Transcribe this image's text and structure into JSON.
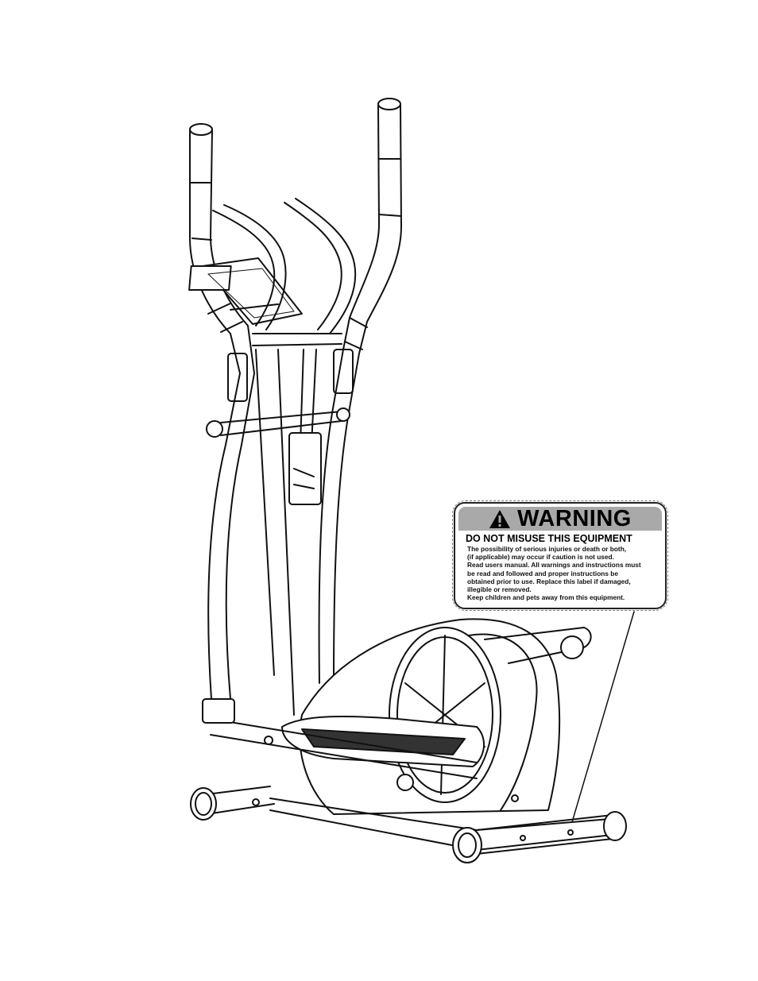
{
  "warning_label": {
    "title": "WARNING",
    "subtitle": "DO NOT MISUSE THIS EQUIPMENT",
    "lines": [
      "The possibility of serious injuries or death or both,",
      "(if applicable) may occur if caution is not used.",
      "Read users manual. All warnings and instructions must",
      "be read and followed and proper instructions be",
      "obtained prior to use. Replace this label if damaged,",
      "illegible or removed.",
      "Keep children and pets away from this equipment."
    ],
    "header_color": "#a9a9a9",
    "icon": "exclamation-triangle-icon"
  },
  "illustration": {
    "subject": "elliptical-trainer",
    "line_color": "#111111"
  }
}
